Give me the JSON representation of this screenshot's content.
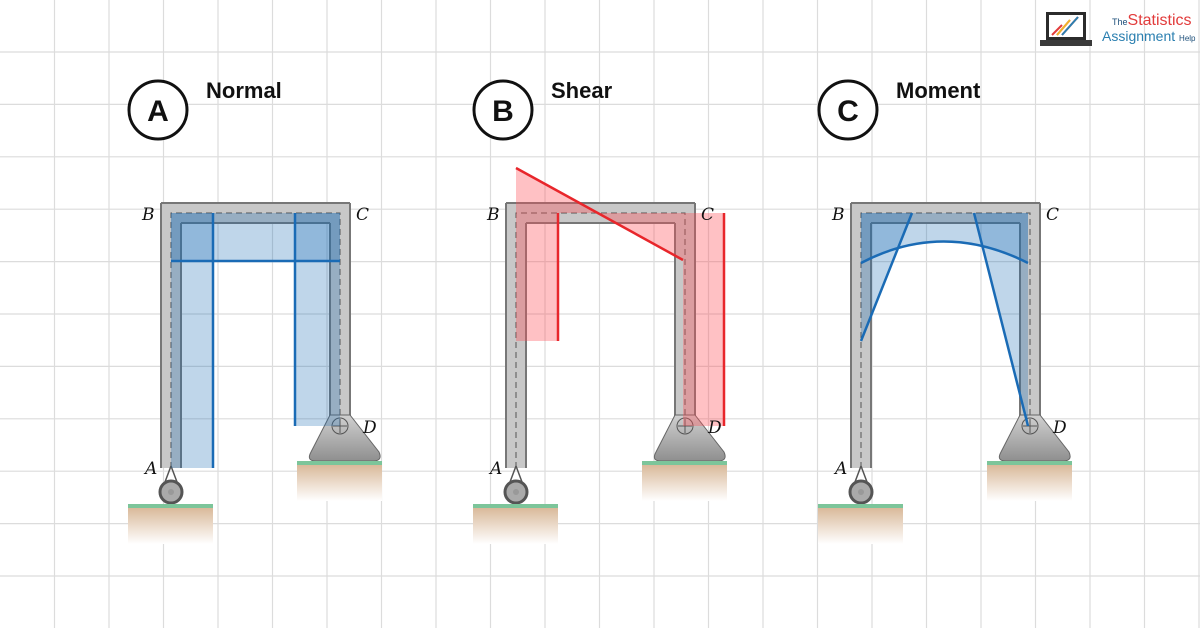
{
  "logo": {
    "the": "The",
    "statistics": "Statistics",
    "assignment": "Assignment",
    "help": "Help"
  },
  "panels": [
    {
      "letter": "A",
      "title": "Normal",
      "diagram": "normal",
      "color": "#1a6bb5"
    },
    {
      "letter": "B",
      "title": "Shear",
      "diagram": "shear",
      "color": "#e8262b"
    },
    {
      "letter": "C",
      "title": "Moment",
      "diagram": "moment",
      "color": "#1a6bb5"
    }
  ],
  "node_labels": {
    "a": "A",
    "b": "B",
    "c": "C",
    "d": "D"
  }
}
